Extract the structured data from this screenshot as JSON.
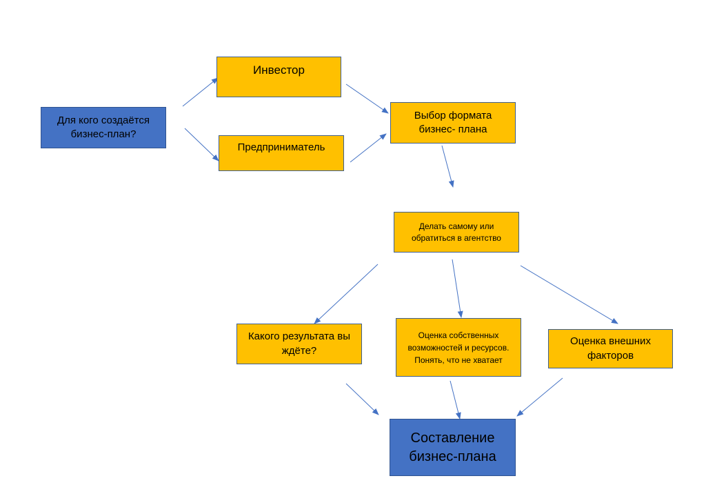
{
  "colors": {
    "box_fill": "#FFC000",
    "key_fill": "#4472C4",
    "arrow": "#4472C4"
  },
  "nodes": {
    "who": "Для кого создаётся бизнес-план?",
    "investor": "Инвестор",
    "entrepreneur": "Предприниматель",
    "format": "Выбор формата бизнес- плана",
    "self_or_agency": "Делать самому или обратиться в агентство",
    "expected_result": "Какого результата вы ждёте?",
    "own_resources": "Оценка собственных возможностей и ресурсов. Понять, что не хватает",
    "external_factors": "Оценка внешних факторов",
    "compile": "Составление бизнес-плана"
  }
}
